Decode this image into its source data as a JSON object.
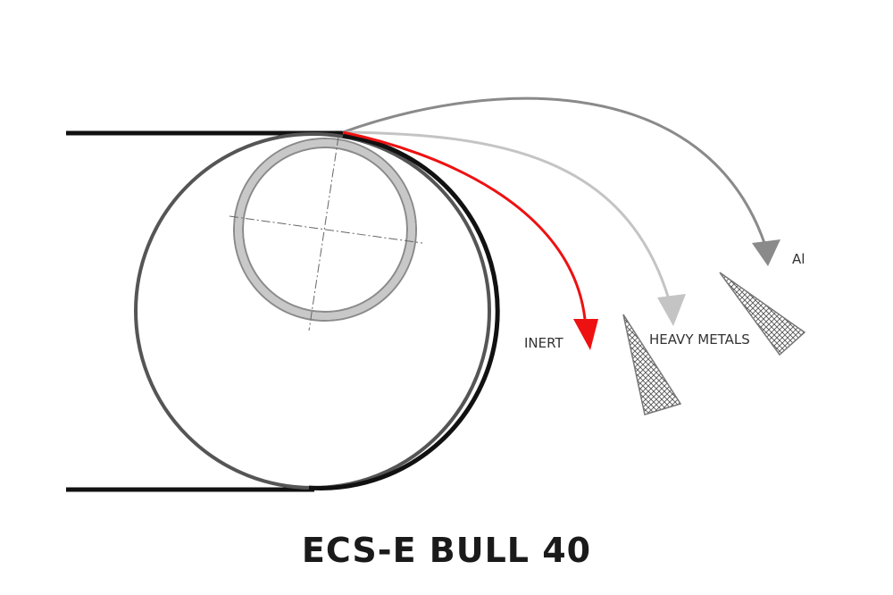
{
  "title": "ECS-E BULL 40",
  "labels": {
    "inert": "INERT",
    "heavy_metals": "HEAVY METALS",
    "al": "Al"
  },
  "colors": {
    "belt": "#111111",
    "drum": "#555555",
    "rotor": "#9a9a9a",
    "inert": "#ee1111",
    "heavy_metals": "#c4c4c4",
    "al": "#8a8a8a",
    "splitter": "#777777"
  }
}
